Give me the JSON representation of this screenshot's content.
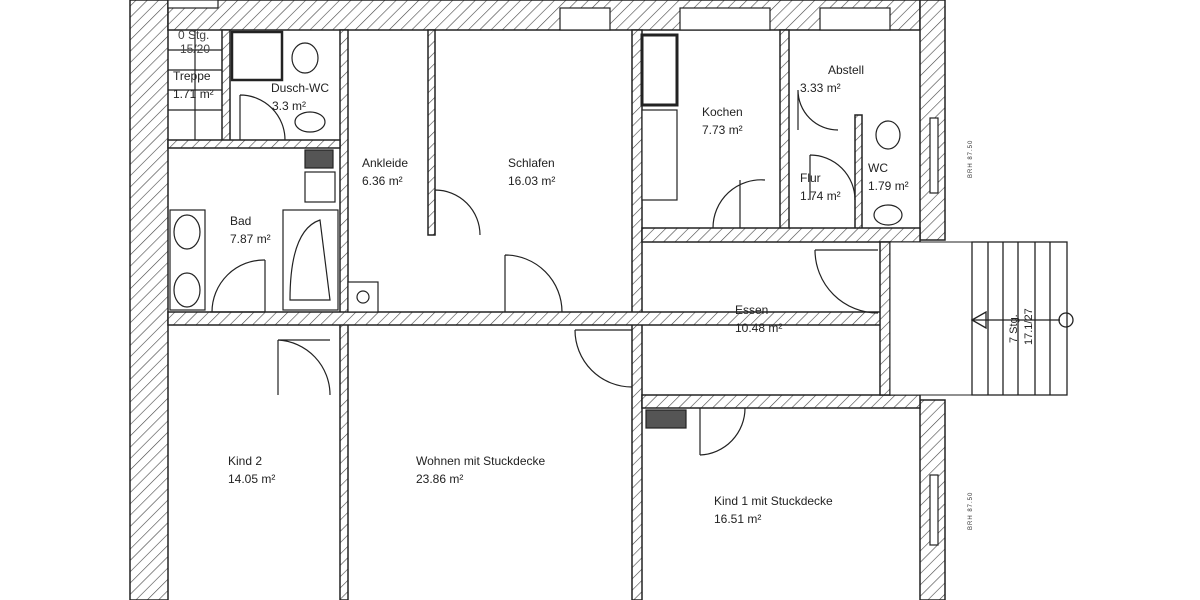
{
  "rooms": [
    {
      "name": "Treppe",
      "area": "1.71 m²",
      "note1": "0 Stg.",
      "note2": "15/20"
    },
    {
      "name": "Dusch-WC",
      "area": "3.3 m²"
    },
    {
      "name": "Ankleide",
      "area": "6.36 m²"
    },
    {
      "name": "Schlafen",
      "area": "16.03 m²"
    },
    {
      "name": "Kochen",
      "area": "7.73 m²"
    },
    {
      "name": "Abstell",
      "area": "3.33 m²"
    },
    {
      "name": "Flur",
      "area": "1.74 m²"
    },
    {
      "name": "WC",
      "area": "1.79 m²"
    },
    {
      "name": "Bad",
      "area": "7.87 m²"
    },
    {
      "name": "Essen",
      "area": "10.48 m²"
    },
    {
      "name": "Kind 2",
      "area": "14.05 m²"
    },
    {
      "name": "Wohnen mit Stuckdecke",
      "area": "23.86 m²"
    },
    {
      "name": "Kind 1 mit Stuckdecke",
      "area": "16.51 m²"
    }
  ],
  "exterior_stair": {
    "steps": "7 Stg.",
    "ratio": "17.1/27"
  },
  "sill_heights": [
    "BRH 87.50",
    "BRH 87.50"
  ]
}
